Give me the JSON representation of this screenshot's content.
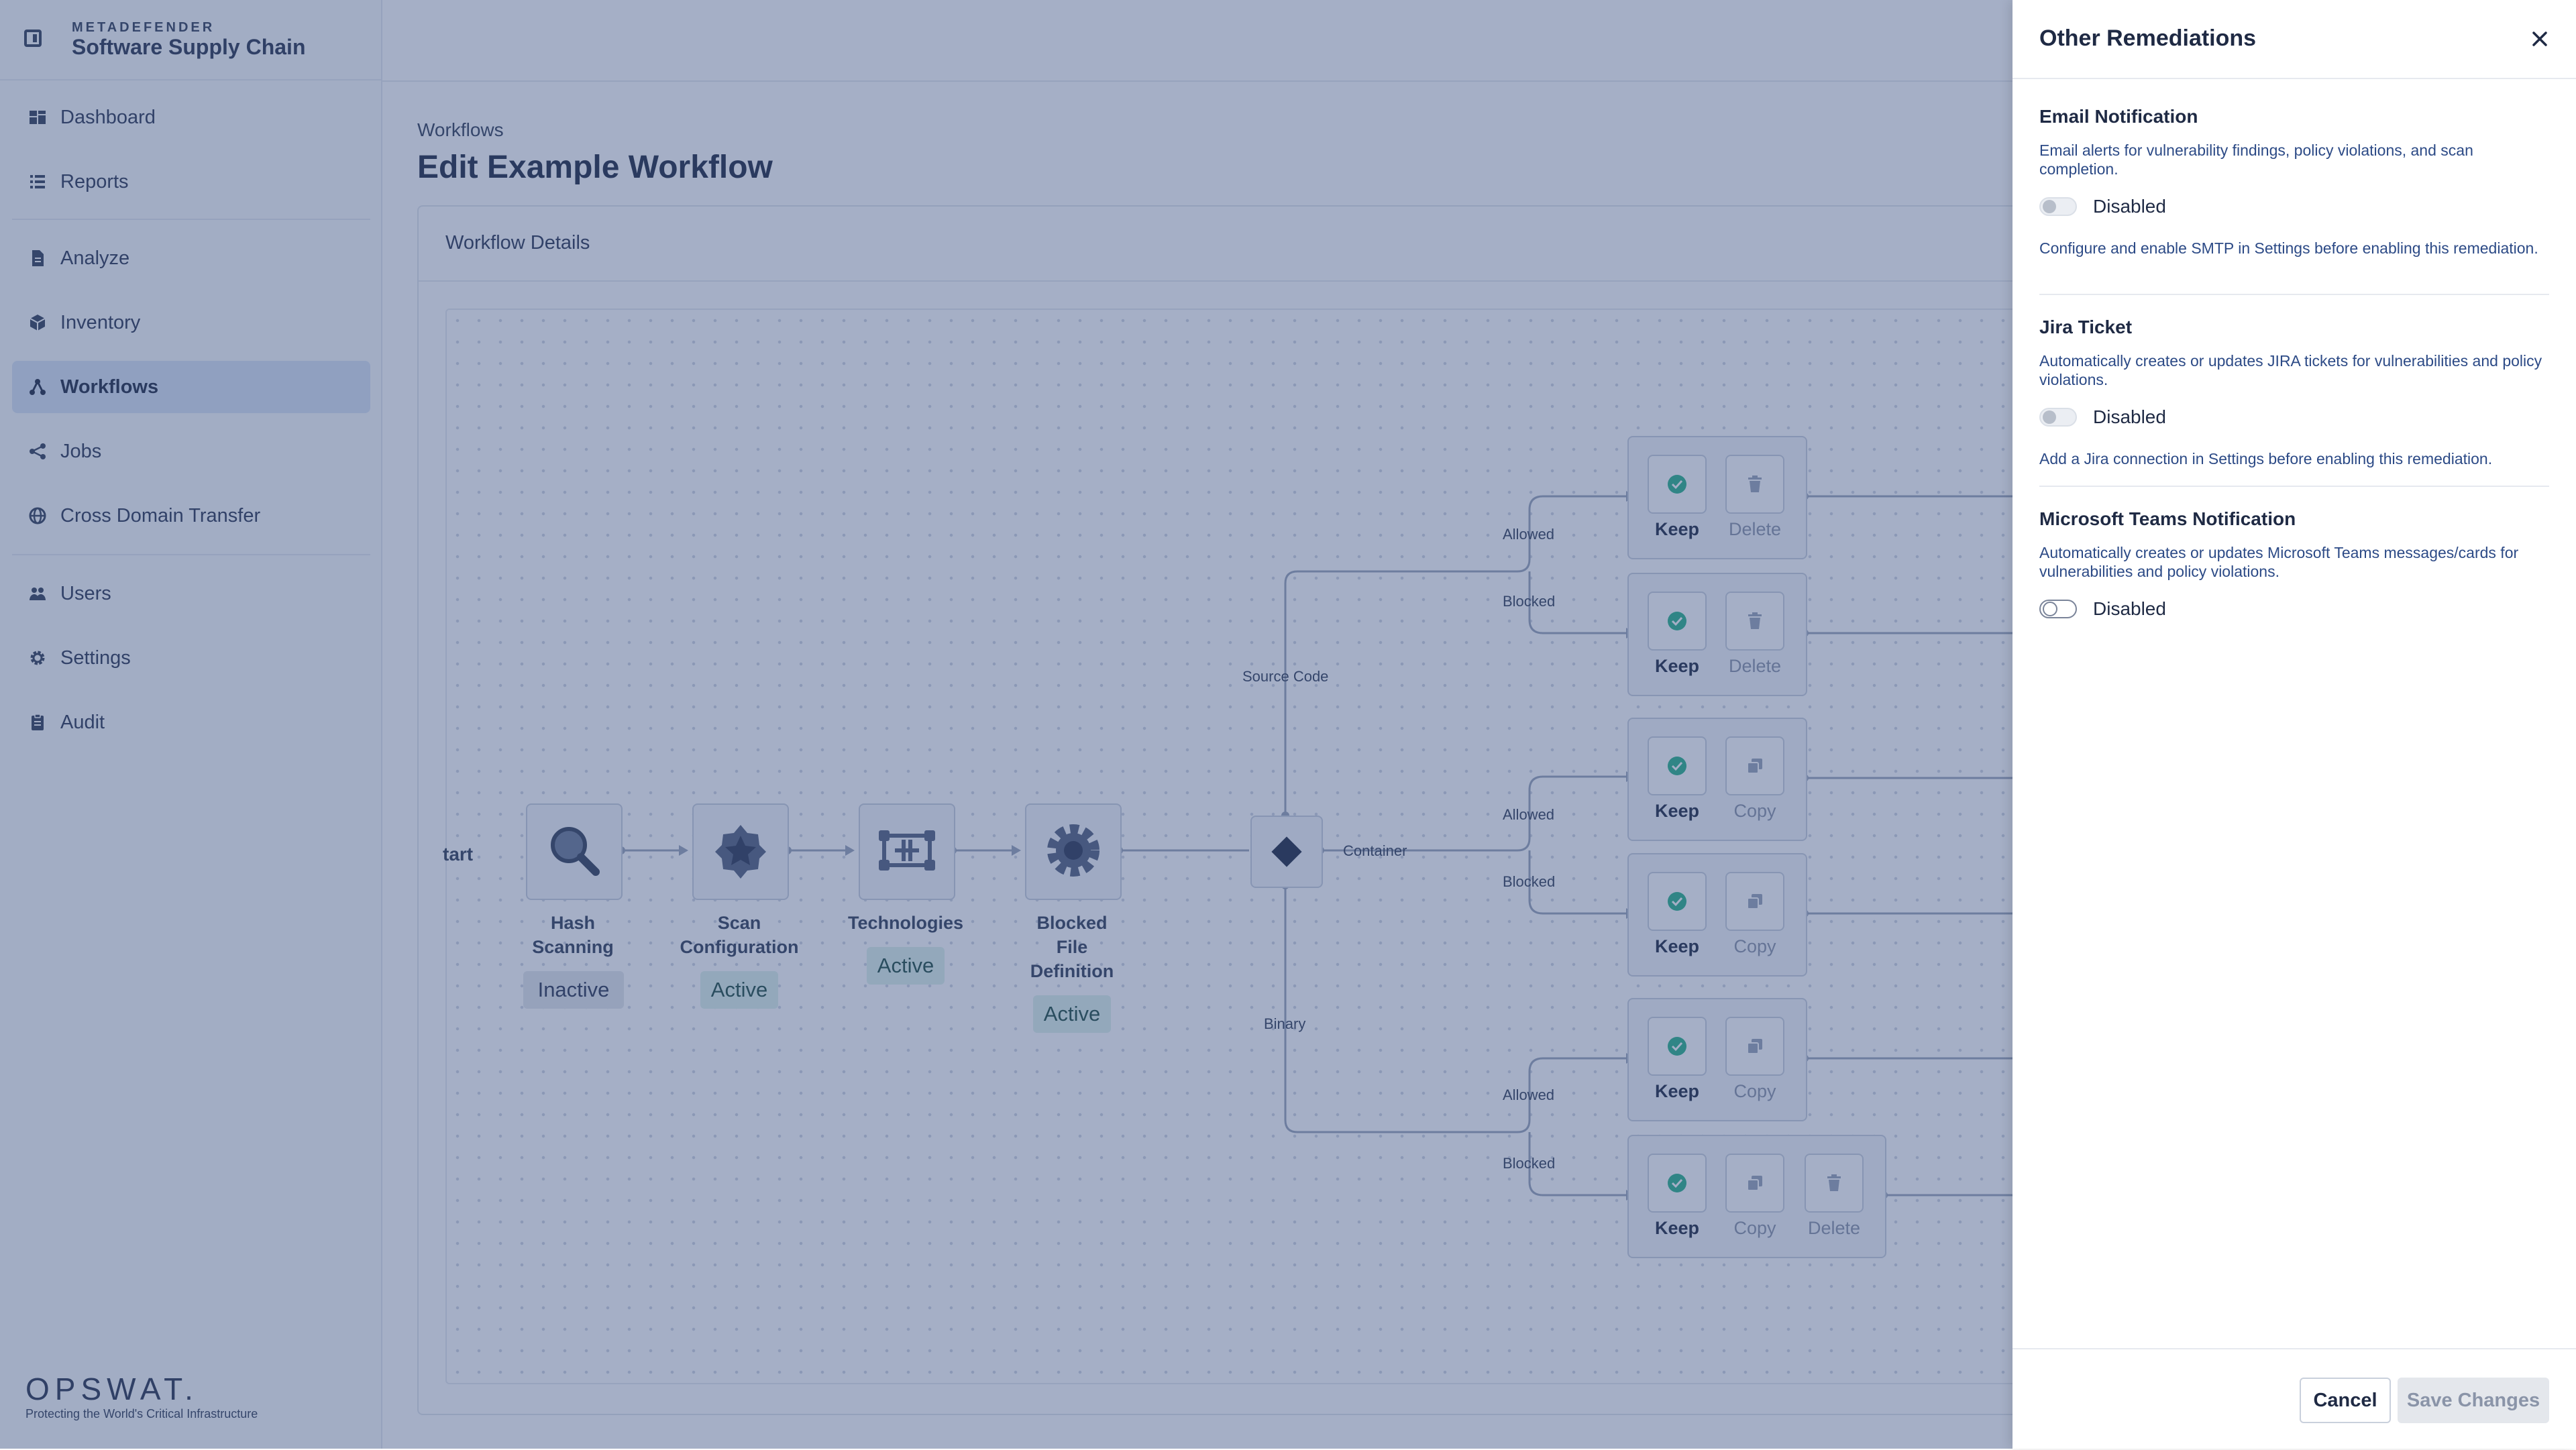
{
  "app": {
    "brand_small": "METADEFENDER",
    "brand_title": "Software Supply Chain"
  },
  "sidebar": {
    "items": [
      {
        "label": "Dashboard",
        "icon": "dashboard-icon"
      },
      {
        "label": "Reports",
        "icon": "list-icon"
      },
      {
        "label": "Analyze",
        "icon": "document-icon"
      },
      {
        "label": "Inventory",
        "icon": "box-icon"
      },
      {
        "label": "Workflows",
        "icon": "workflow-icon",
        "active": true
      },
      {
        "label": "Jobs",
        "icon": "share-icon"
      },
      {
        "label": "Cross Domain Transfer",
        "icon": "globe-icon"
      },
      {
        "label": "Users",
        "icon": "users-icon"
      },
      {
        "label": "Settings",
        "icon": "gear-icon"
      },
      {
        "label": "Audit",
        "icon": "clipboard-icon"
      }
    ],
    "logo_text": "OPSWAT.",
    "logo_tagline": "Protecting the World's Critical Infrastructure"
  },
  "main": {
    "breadcrumb": "Workflows",
    "title": "Edit Example Workflow",
    "card_title": "Workflow Details"
  },
  "workflow": {
    "start_label": "tart",
    "nodes": [
      {
        "name": "Hash\nScanning",
        "status": "Inactive",
        "icon": "magnifier-icon"
      },
      {
        "name": "Scan\nConfiguration",
        "status": "Active",
        "icon": "star-shield-icon"
      },
      {
        "name": "Technologies",
        "status": "Active",
        "icon": "technologies-icon"
      },
      {
        "name": "Blocked\nFile\nDefinition",
        "status": "Active",
        "icon": "gear-icon"
      }
    ],
    "branches": {
      "source_code": "Source Code",
      "container": "Container",
      "binary": "Binary",
      "allowed": "Allowed",
      "blocked": "Blocked"
    },
    "remediation_labels": {
      "keep": "Keep",
      "delete": "Delete",
      "copy": "Copy"
    }
  },
  "drawer": {
    "title": "Other Remediations",
    "sections": [
      {
        "title": "Email Notification",
        "description": "Email alerts for vulnerability findings, policy violations, and scan completion.",
        "toggle_label": "Disabled",
        "note": "Configure and enable SMTP in Settings before enabling this remediation."
      },
      {
        "title": "Jira Ticket",
        "description": "Automatically creates or updates JIRA tickets for vulnerabilities and policy violations.",
        "toggle_label": "Disabled",
        "note": "Add a Jira connection in Settings before enabling this remediation."
      },
      {
        "title": "Microsoft Teams Notification",
        "description": "Automatically creates or updates Microsoft Teams messages/cards for vulnerabilities and policy violations.",
        "toggle_label": "Disabled"
      }
    ],
    "cancel_label": "Cancel",
    "save_label": "Save Changes"
  },
  "colors": {
    "overlay": "#384e80",
    "active_pill": "#dff3ec",
    "keep_icon": "#2bb38a",
    "link_text": "#2c4a86"
  }
}
